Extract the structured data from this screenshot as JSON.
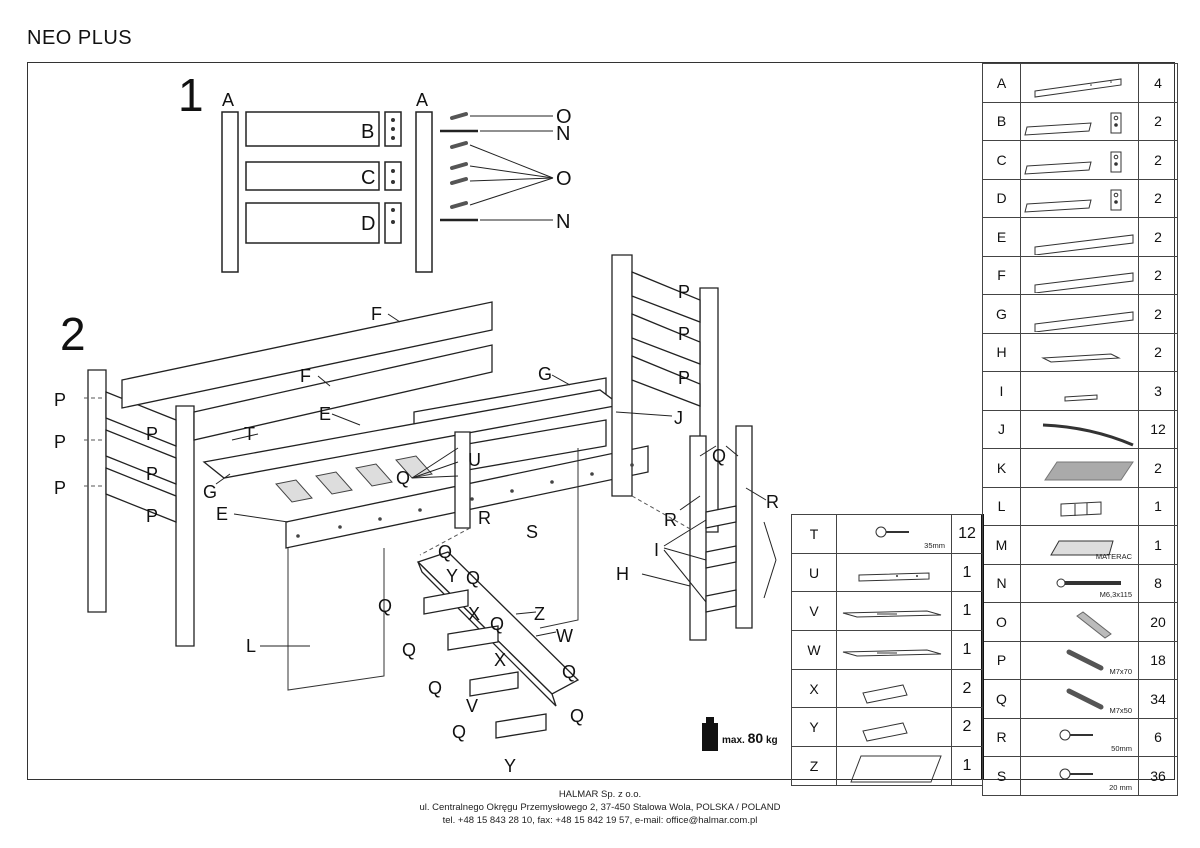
{
  "title": "NEO PLUS",
  "steps": [
    "1",
    "2"
  ],
  "diagram_labels": {
    "step1": [
      "A",
      "A",
      "B",
      "C",
      "D",
      "O",
      "N",
      "O",
      "N"
    ],
    "step2": [
      "F",
      "F",
      "G",
      "G",
      "E",
      "E",
      "T",
      "P",
      "P",
      "P",
      "P",
      "P",
      "P",
      "P",
      "P",
      "P",
      "P",
      "Q",
      "Q",
      "U",
      "R",
      "R",
      "R",
      "S",
      "J",
      "H",
      "I",
      "L",
      "V",
      "W",
      "X",
      "X",
      "Y",
      "Y",
      "Z",
      "Q",
      "Q",
      "Q",
      "Q",
      "Q",
      "Q",
      "Q",
      "Q",
      "Q"
    ]
  },
  "weight": {
    "prefix": "max.",
    "value": "80",
    "unit": "kg"
  },
  "parts_right": [
    {
      "letter": "A",
      "qty": "4",
      "icon": "long-rail"
    },
    {
      "letter": "B",
      "qty": "2",
      "icon": "panel-with-holes"
    },
    {
      "letter": "C",
      "qty": "2",
      "icon": "panel-with-holes"
    },
    {
      "letter": "D",
      "qty": "2",
      "icon": "panel-with-holes"
    },
    {
      "letter": "E",
      "qty": "2",
      "icon": "slat-board"
    },
    {
      "letter": "F",
      "qty": "2",
      "icon": "slat-board"
    },
    {
      "letter": "G",
      "qty": "2",
      "icon": "slat-board"
    },
    {
      "letter": "H",
      "qty": "2",
      "icon": "ladder-rail"
    },
    {
      "letter": "I",
      "qty": "3",
      "icon": "step-board"
    },
    {
      "letter": "J",
      "qty": "12",
      "icon": "curved-slat"
    },
    {
      "letter": "K",
      "qty": "2",
      "icon": "mattress-grey"
    },
    {
      "letter": "L",
      "qty": "1",
      "icon": "curtain"
    },
    {
      "letter": "M",
      "qty": "1",
      "icon": "mattress",
      "caption": "MATERAC"
    },
    {
      "letter": "N",
      "qty": "8",
      "icon": "bolt",
      "caption": "M6,3x115"
    },
    {
      "letter": "O",
      "qty": "20",
      "icon": "dowel"
    },
    {
      "letter": "P",
      "qty": "18",
      "icon": "screw",
      "caption": "M7x70"
    },
    {
      "letter": "Q",
      "qty": "34",
      "icon": "screw",
      "caption": "M7x50"
    },
    {
      "letter": "R",
      "qty": "6",
      "icon": "wood-screw",
      "caption": "50mm"
    },
    {
      "letter": "S",
      "qty": "36",
      "icon": "wood-screw",
      "caption": "20 mm"
    }
  ],
  "parts_left": [
    {
      "letter": "T",
      "qty": "12",
      "icon": "wood-screw",
      "caption": "35mm"
    },
    {
      "letter": "U",
      "qty": "1",
      "icon": "metal-bracket"
    },
    {
      "letter": "V",
      "qty": "1",
      "icon": "slide-rail"
    },
    {
      "letter": "W",
      "qty": "1",
      "icon": "slide-rail"
    },
    {
      "letter": "X",
      "qty": "2",
      "icon": "block"
    },
    {
      "letter": "Y",
      "qty": "2",
      "icon": "block"
    },
    {
      "letter": "Z",
      "qty": "1",
      "icon": "slide-board"
    }
  ],
  "footer": {
    "company": "HALMAR Sp. z o.o.",
    "address": "ul. Centralnego Okręgu Przemysłowego 2, 37-450 Stalowa Wola, POLSKA / POLAND",
    "contact": "tel. +48 15 843 28 10, fax: +48 15 842 19 57, e-mail: office@halmar.com.pl"
  }
}
